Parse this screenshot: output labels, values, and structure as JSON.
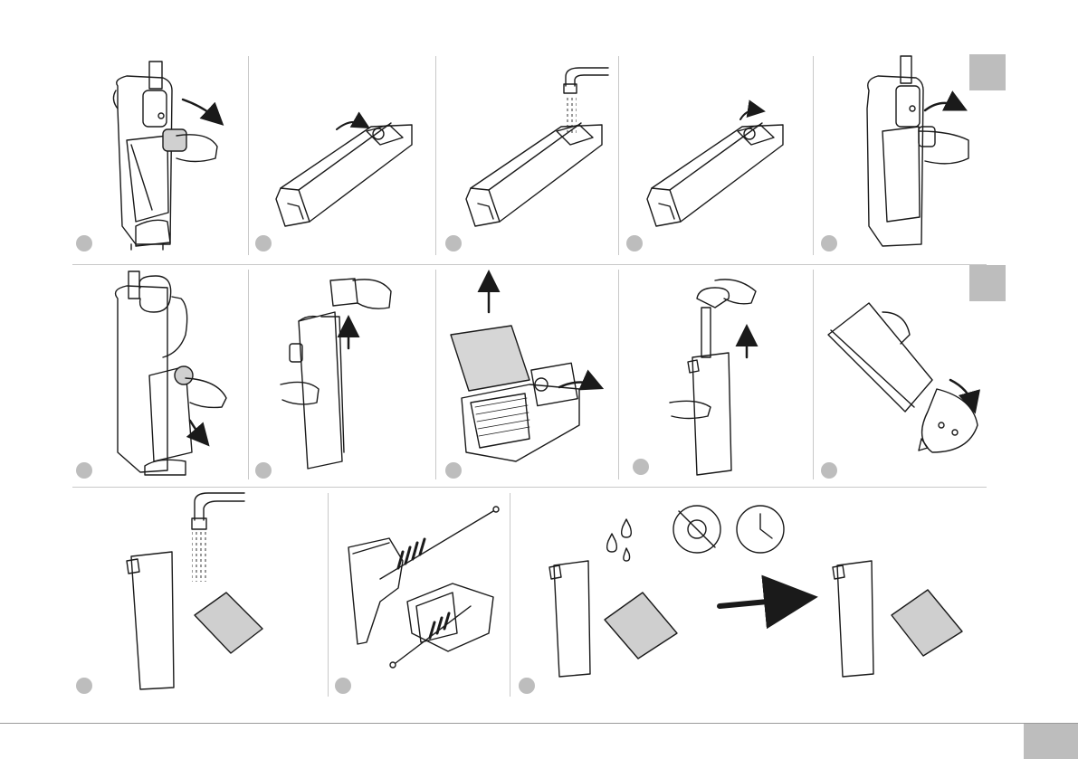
{
  "page": {
    "type": "illustrated instruction sheet",
    "colors": {
      "ink": "#1a1a1a",
      "badge": "#bdbdbd",
      "filter_fill": "#cfcfcf",
      "separator": "#c8c8c8"
    }
  },
  "rows": [
    {
      "panels": [
        {
          "id": "r1p1",
          "icon": "remove-water-tank-icon"
        },
        {
          "id": "r1p2",
          "icon": "open-tank-cap-icon"
        },
        {
          "id": "r1p3",
          "icon": "fill-tank-under-tap-icon"
        },
        {
          "id": "r1p4",
          "icon": "close-tank-cap-icon"
        },
        {
          "id": "r1p5",
          "icon": "insert-water-tank-icon"
        }
      ]
    },
    {
      "panels": [
        {
          "id": "r2p1",
          "icon": "remove-dirty-tank-icon"
        },
        {
          "id": "r2p2",
          "icon": "lift-tank-lid-icon"
        },
        {
          "id": "r2p3",
          "icon": "remove-filter-icon"
        },
        {
          "id": "r2p4",
          "icon": "pull-out-float-icon"
        },
        {
          "id": "r2p5",
          "icon": "empty-dirty-water-icon"
        }
      ]
    },
    {
      "panels": [
        {
          "id": "r3p1",
          "icon": "rinse-tank-and-filter-icon"
        },
        {
          "id": "r3p2",
          "icon": "brush-clean-parts-icon"
        },
        {
          "id": "r3p3",
          "icon": "air-dry-no-sun-icon"
        }
      ]
    }
  ],
  "section_tabs": [
    {
      "icon": "section-tab-icon"
    },
    {
      "icon": "section-tab-icon"
    }
  ]
}
